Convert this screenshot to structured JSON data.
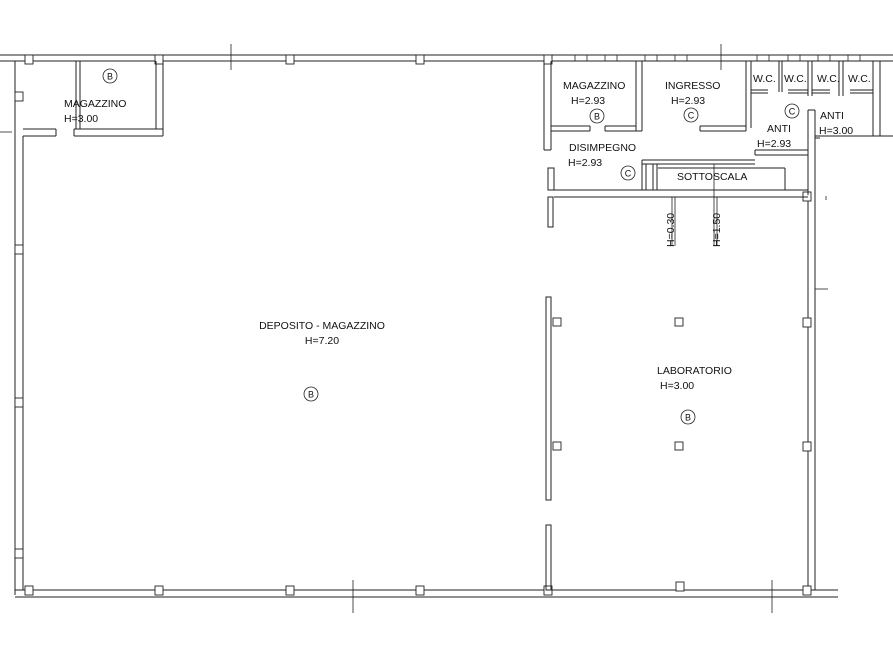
{
  "rooms": {
    "magazzino_nw": {
      "name": "MAGAZZINO",
      "height": "H=3.00",
      "category": "B"
    },
    "deposito": {
      "name": "DEPOSITO - MAGAZZINO",
      "height": "H=7.20",
      "category": "B"
    },
    "magazzino_ne": {
      "name": "MAGAZZINO",
      "height": "H=2.93",
      "category": "B"
    },
    "ingresso": {
      "name": "INGRESSO",
      "height": "H=2.93",
      "category": "C"
    },
    "wc1": {
      "name": "W.C."
    },
    "wc2": {
      "name": "W.C."
    },
    "wc3": {
      "name": "W.C."
    },
    "wc4": {
      "name": "W.C."
    },
    "anti_left": {
      "name": "ANTI",
      "height": "H=2.93",
      "category": "C"
    },
    "anti_right": {
      "name": "ANTI",
      "height": "H=3.00"
    },
    "disimpegno": {
      "name": "DISIMPEGNO",
      "height": "H=2.93",
      "category": "C"
    },
    "sottoscala": {
      "name": "SOTTOSCALA",
      "height_a": "H=0.30",
      "height_b": "H=1.50"
    },
    "laboratorio": {
      "name": "LABORATORIO",
      "height": "H=3.00",
      "category": "B"
    }
  }
}
